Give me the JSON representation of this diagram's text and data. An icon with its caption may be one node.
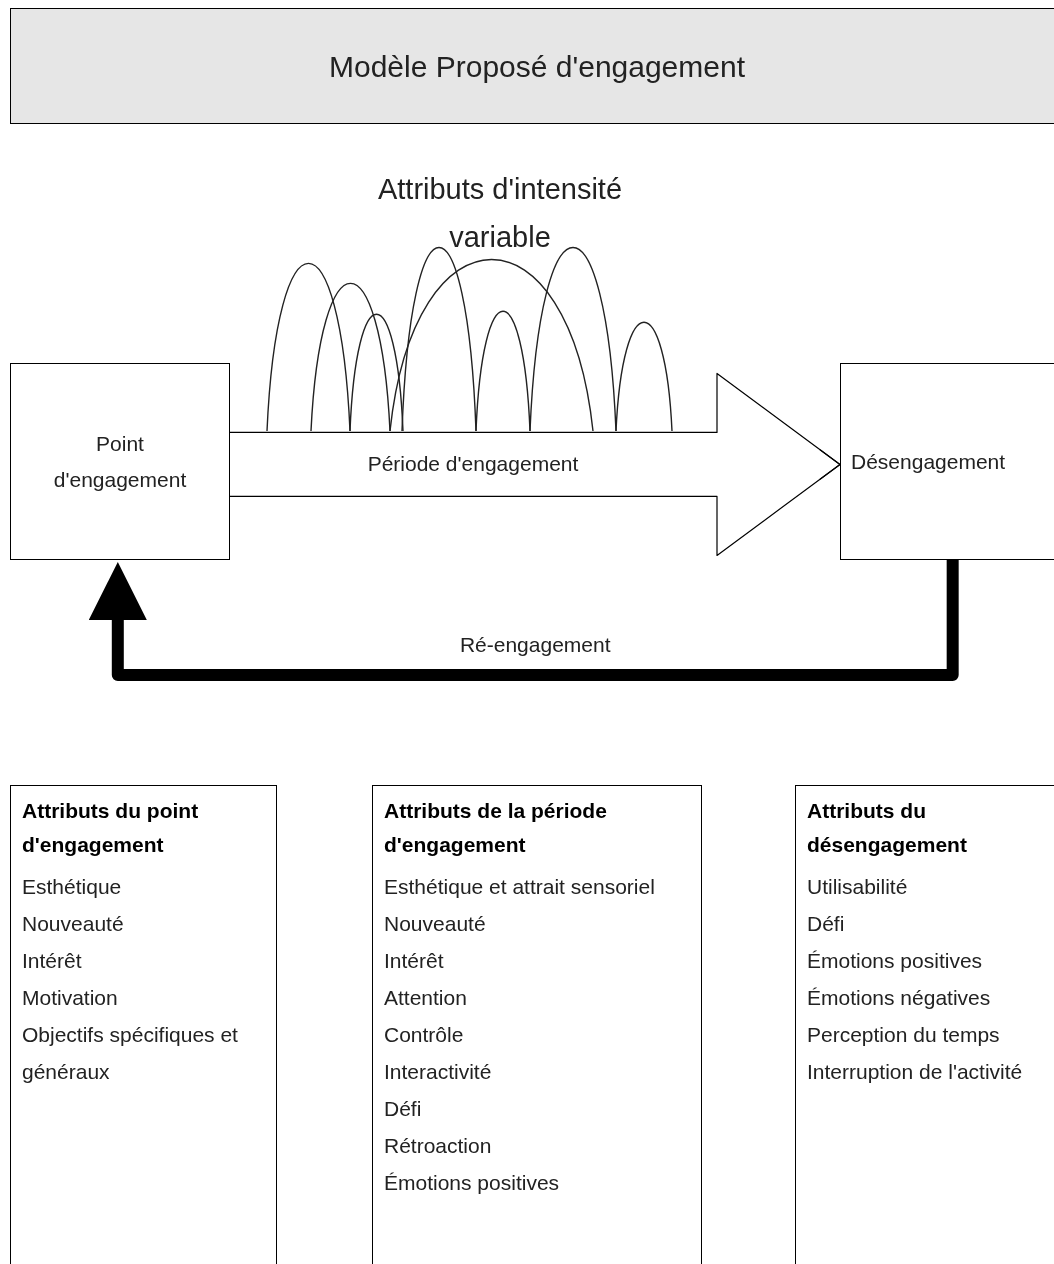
{
  "diagram": {
    "title": "Modèle Proposé d'engagement",
    "nodes": [
      {
        "text": [
          "Point d'engagement"
        ]
      },
      {
        "text": [
          "Désengagement"
        ]
      },
      {
        "text": [
          "Attributs du point d'engagement",
          "Esthétique",
          "Nouveauté",
          "Intérêt",
          "Motivation",
          "Objectifs spécifiques et généraux"
        ]
      },
      {
        "text": [
          "Attributs de la période d'engagement",
          "Esthétique et attrait sensoriel",
          "Nouveauté",
          "Intérêt",
          "Attention",
          "Contrôle",
          "Interactivité",
          "Défi",
          "Rétroaction",
          "Émotions positives"
        ]
      },
      {
        "text": [
          "Attributs du désengagement",
          "Utilisabilité",
          "Défi",
          "Émotions positives",
          "Émotions négatives",
          "Perception du temps",
          "Interruption de l'activité"
        ]
      }
    ],
    "edges": [
      {
        "from": 0,
        "to": 1,
        "arrow": "to",
        "label": "Période d'engagement"
      },
      {
        "from": 1,
        "to": 0,
        "arrow": "to",
        "style": "thick",
        "label": "Ré-engagement"
      }
    ],
    "labels": [
      "Attributs d'intensité variable"
    ]
  }
}
